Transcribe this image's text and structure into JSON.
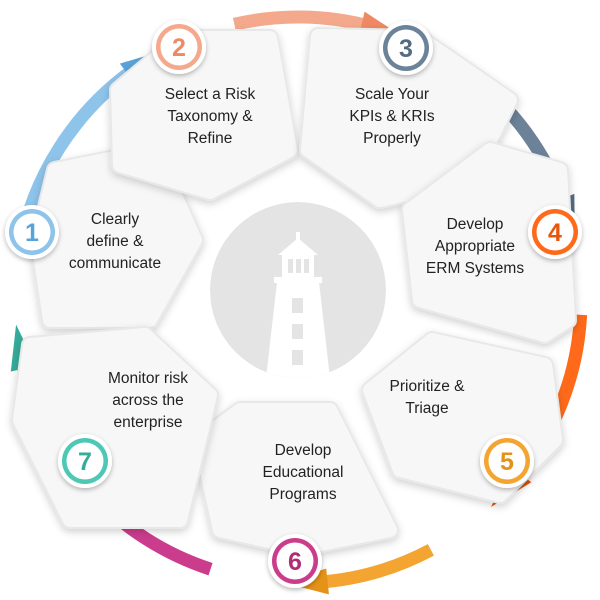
{
  "steps": [
    {
      "number": "1",
      "label_lines": [
        "Clearly",
        "define &",
        "communicate"
      ],
      "color": "#8ec3ea",
      "dark": "#5aa3d8"
    },
    {
      "number": "2",
      "label_lines": [
        "Select a Risk",
        "Taxonomy &",
        "Refine"
      ],
      "color": "#f5a98c",
      "dark": "#ee8964"
    },
    {
      "number": "3",
      "label_lines": [
        "Scale Your",
        "KPIs & KRIs",
        "Properly"
      ],
      "color": "#6b8299",
      "dark": "#556b82"
    },
    {
      "number": "4",
      "label_lines": [
        "Develop",
        "Appropriate",
        "ERM Systems"
      ],
      "color": "#ff6a1a",
      "dark": "#e8560d"
    },
    {
      "number": "5",
      "label_lines": [
        "Prioritize &",
        "Triage"
      ],
      "color": "#f4a430",
      "dark": "#e59318"
    },
    {
      "number": "6",
      "label_lines": [
        "Develop",
        "Educational",
        "Programs"
      ],
      "color": "#cb3c8c",
      "dark": "#b02c77"
    },
    {
      "number": "7",
      "label_lines": [
        "Monitor risk",
        "across the",
        "enterprise"
      ],
      "color": "#4fc7b5",
      "dark": "#35ab99"
    }
  ],
  "center_icon": "lighthouse-icon",
  "colors": {
    "panel": "#f7f7f7",
    "panel_edge": "#e8e8e8",
    "text": "#222222",
    "icon": "#e4e4e4"
  }
}
